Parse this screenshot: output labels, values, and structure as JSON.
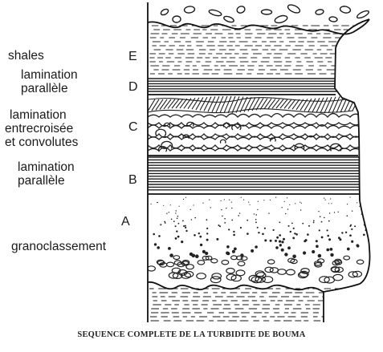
{
  "diagram": {
    "caption": "SEQUENCE COMPLETE DE LA TURBIDITE DE BOUMA",
    "units": [
      {
        "letter": "E",
        "lines": [
          "shales"
        ]
      },
      {
        "letter": "D",
        "lines": [
          "lamination",
          "parallèle"
        ]
      },
      {
        "letter": "C",
        "lines": [
          "lamination",
          "entrecroisée",
          "et convolutes"
        ]
      },
      {
        "letter": "B",
        "lines": [
          "lamination",
          "parallèle"
        ]
      },
      {
        "letter": "A",
        "lines": [
          "granoclassement"
        ]
      }
    ]
  }
}
